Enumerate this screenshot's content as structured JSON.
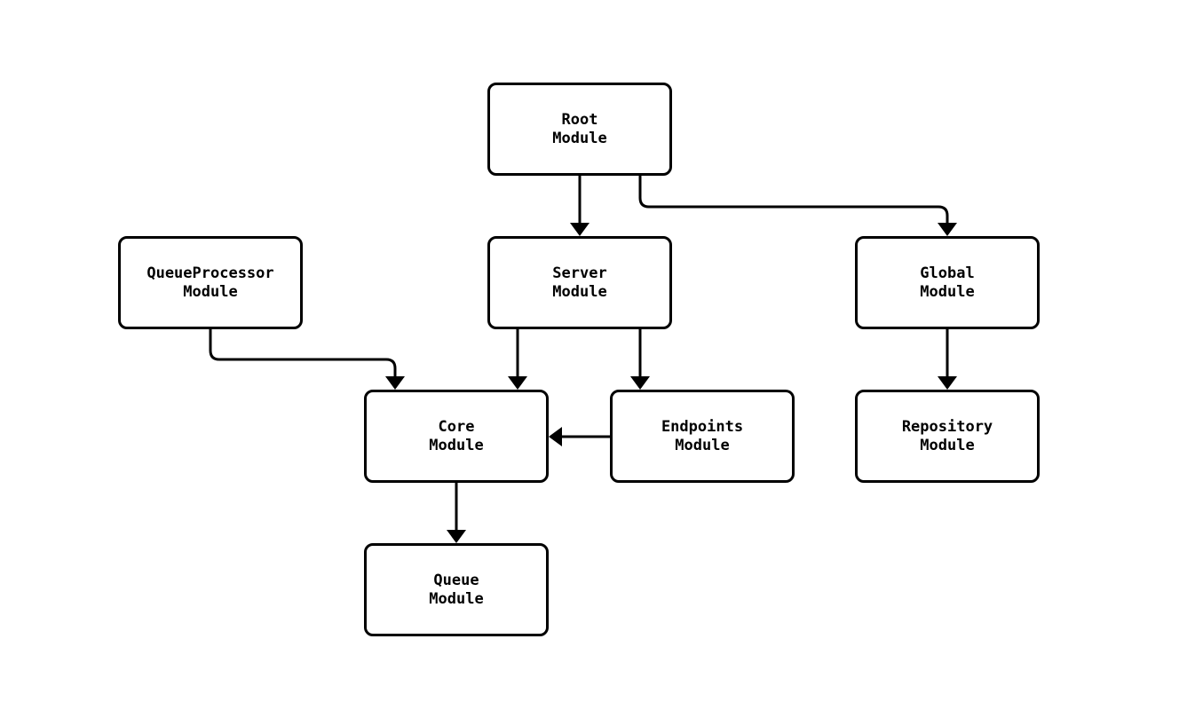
{
  "diagram": {
    "type": "flowchart",
    "direction": "top-down",
    "nodes": [
      {
        "id": "root",
        "label": "Root\nModule"
      },
      {
        "id": "queueprocessor",
        "label": "QueueProcessor\nModule"
      },
      {
        "id": "server",
        "label": "Server\nModule"
      },
      {
        "id": "global",
        "label": "Global\nModule"
      },
      {
        "id": "core",
        "label": "Core\nModule"
      },
      {
        "id": "endpoints",
        "label": "Endpoints\nModule"
      },
      {
        "id": "repository",
        "label": "Repository\nModule"
      },
      {
        "id": "queue",
        "label": "Queue\nModule"
      }
    ],
    "edges": [
      {
        "from": "Root Module",
        "to": "Server Module"
      },
      {
        "from": "Root Module",
        "to": "Global Module"
      },
      {
        "from": "QueueProcessor Module",
        "to": "Core Module"
      },
      {
        "from": "Server Module",
        "to": "Core Module"
      },
      {
        "from": "Server Module",
        "to": "Endpoints Module"
      },
      {
        "from": "Endpoints Module",
        "to": "Core Module"
      },
      {
        "from": "Core Module",
        "to": "Queue Module"
      },
      {
        "from": "Global Module",
        "to": "Repository Module"
      }
    ]
  },
  "colors": {
    "background": "#ffffff",
    "node_fill": "#ffffff",
    "node_border": "#000000",
    "edge": "#000000",
    "text": "#000000"
  }
}
